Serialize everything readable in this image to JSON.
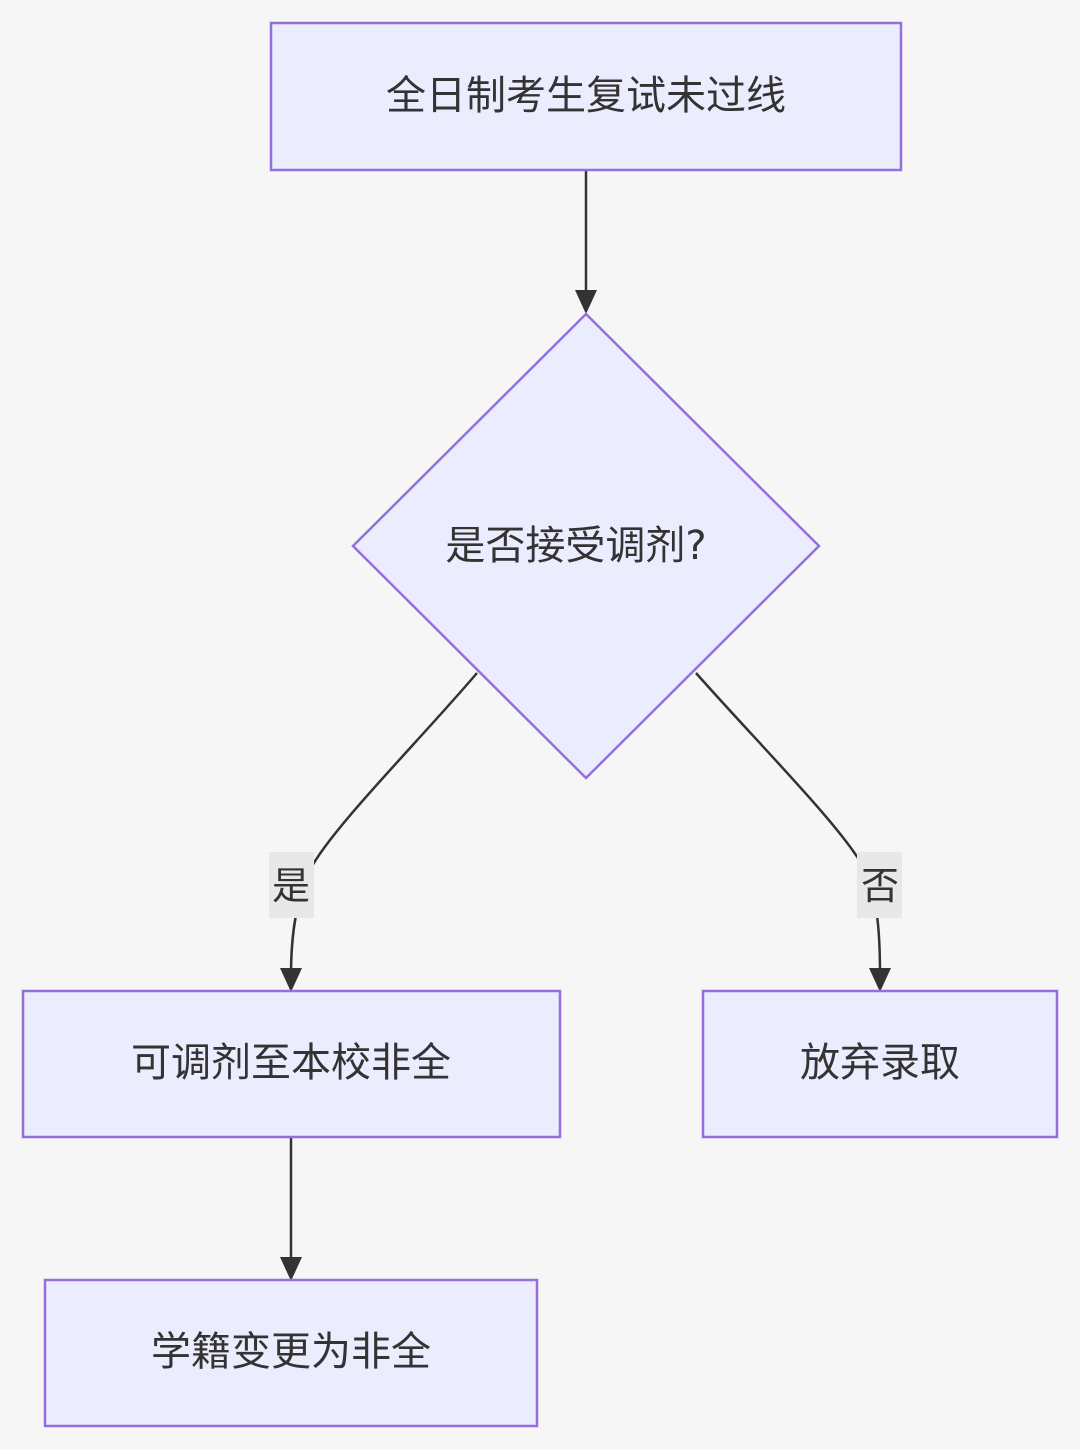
{
  "nodes": {
    "start": "全日制考生复试未过线",
    "decision": "是否接受调剂?",
    "adjust": "可调剂至本校非全",
    "abandon": "放弃录取",
    "change_status": "学籍变更为非全"
  },
  "edge_labels": {
    "yes": "是",
    "no": "否"
  },
  "colors": {
    "node_fill": "#ececff",
    "node_stroke": "#9370db",
    "edge": "#333333",
    "label_bg": "#e8e8e8",
    "background": "#f7f6f7"
  }
}
